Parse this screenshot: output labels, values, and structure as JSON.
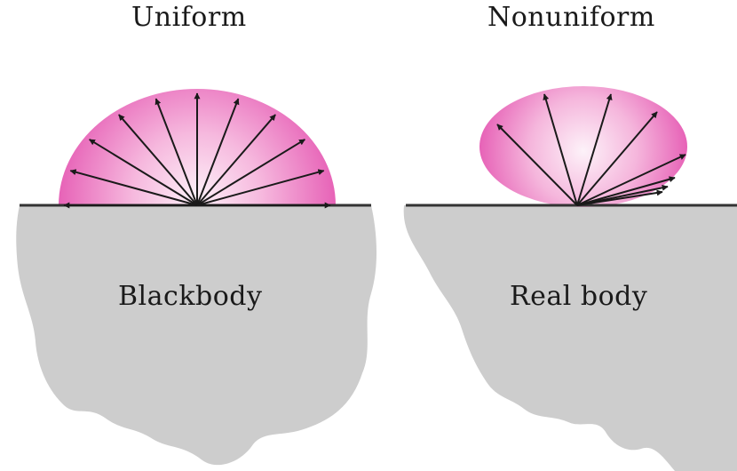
{
  "panels": [
    {
      "title": "Uniform",
      "body_label": "Blackbody",
      "emission": "hemisphere",
      "ray_count": 11
    },
    {
      "title": "Nonuniform",
      "body_label": "Real body",
      "emission": "ellipsoid",
      "ray_count": 8
    }
  ],
  "colors": {
    "emission_fill_center": "#fbe6f3",
    "emission_fill_edge": "#ea5fb7",
    "body_fill": "#cdcdcd",
    "surface_line": "#333333",
    "arrow": "#1a1a1a",
    "text": "#1a1a1a"
  }
}
